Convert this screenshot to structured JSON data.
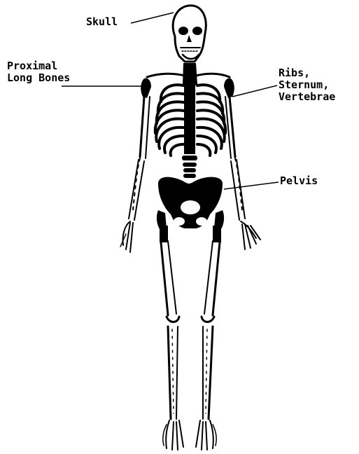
{
  "labels": {
    "skull": "Skull",
    "proximal_line1": "Proximal",
    "proximal_line2": "Long Bones",
    "ribs_line1": "Ribs,",
    "ribs_line2": "Sternum,",
    "ribs_line3": "Vertebrae",
    "pelvis": "Pelvis"
  },
  "colors": {
    "ink": "#000000",
    "background": "#ffffff"
  }
}
